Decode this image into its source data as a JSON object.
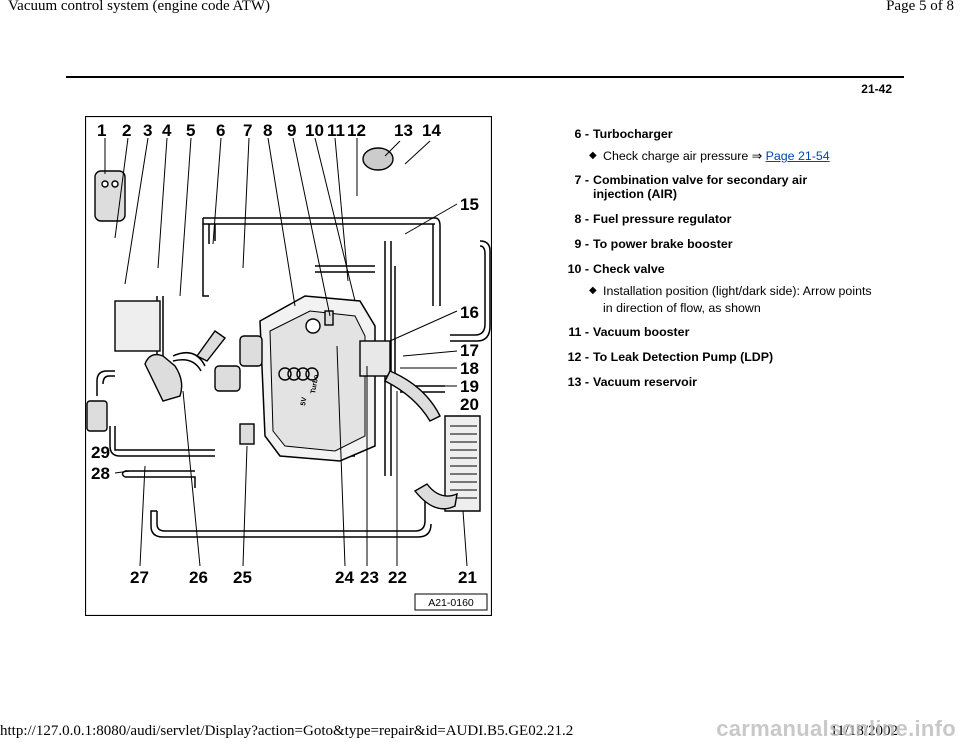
{
  "header": {
    "title": "Vacuum control system (engine code ATW)",
    "page": "Page 5 of 8"
  },
  "page_number": "21-42",
  "figure": {
    "callouts_top": [
      "1",
      "2",
      "3",
      "4",
      "5",
      "6",
      "7",
      "8",
      "9",
      "10",
      "11",
      "12",
      "13",
      "14"
    ],
    "callouts_right": [
      "15",
      "16",
      "17",
      "18",
      "19",
      "20"
    ],
    "callouts_left": [
      "29",
      "28"
    ],
    "callouts_bottom": [
      "27",
      "26",
      "25",
      "24",
      "23",
      "22",
      "21"
    ],
    "engine_text": [
      "5V",
      "Turbo"
    ],
    "code": "A21-0160"
  },
  "legend": {
    "items": [
      {
        "num": "6 -",
        "label": "Turbocharger",
        "note": "Check charge air pressure ⇒ ",
        "link": "Page 21-54"
      },
      {
        "num": "7 -",
        "label": "Combination valve for secondary air injection (AIR)"
      },
      {
        "num": "8 -",
        "label": "Fuel pressure regulator"
      },
      {
        "num": "9 -",
        "label": "To power brake booster"
      },
      {
        "num": "10 -",
        "label": "Check valve",
        "note": "Installation position (light/dark side): Arrow points in direction of flow, as shown"
      },
      {
        "num": "11 -",
        "label": "Vacuum booster"
      },
      {
        "num": "12 -",
        "label": "To Leak Detection Pump (LDP)"
      },
      {
        "num": "13 -",
        "label": "Vacuum reservoir"
      }
    ]
  },
  "footer": {
    "url": "http://127.0.0.1:8080/audi/servlet/Display?action=Goto&type=repair&id=AUDI.B5.GE02.21.2",
    "date": "11/18/2002",
    "watermark": "carmanualsonline.info"
  }
}
